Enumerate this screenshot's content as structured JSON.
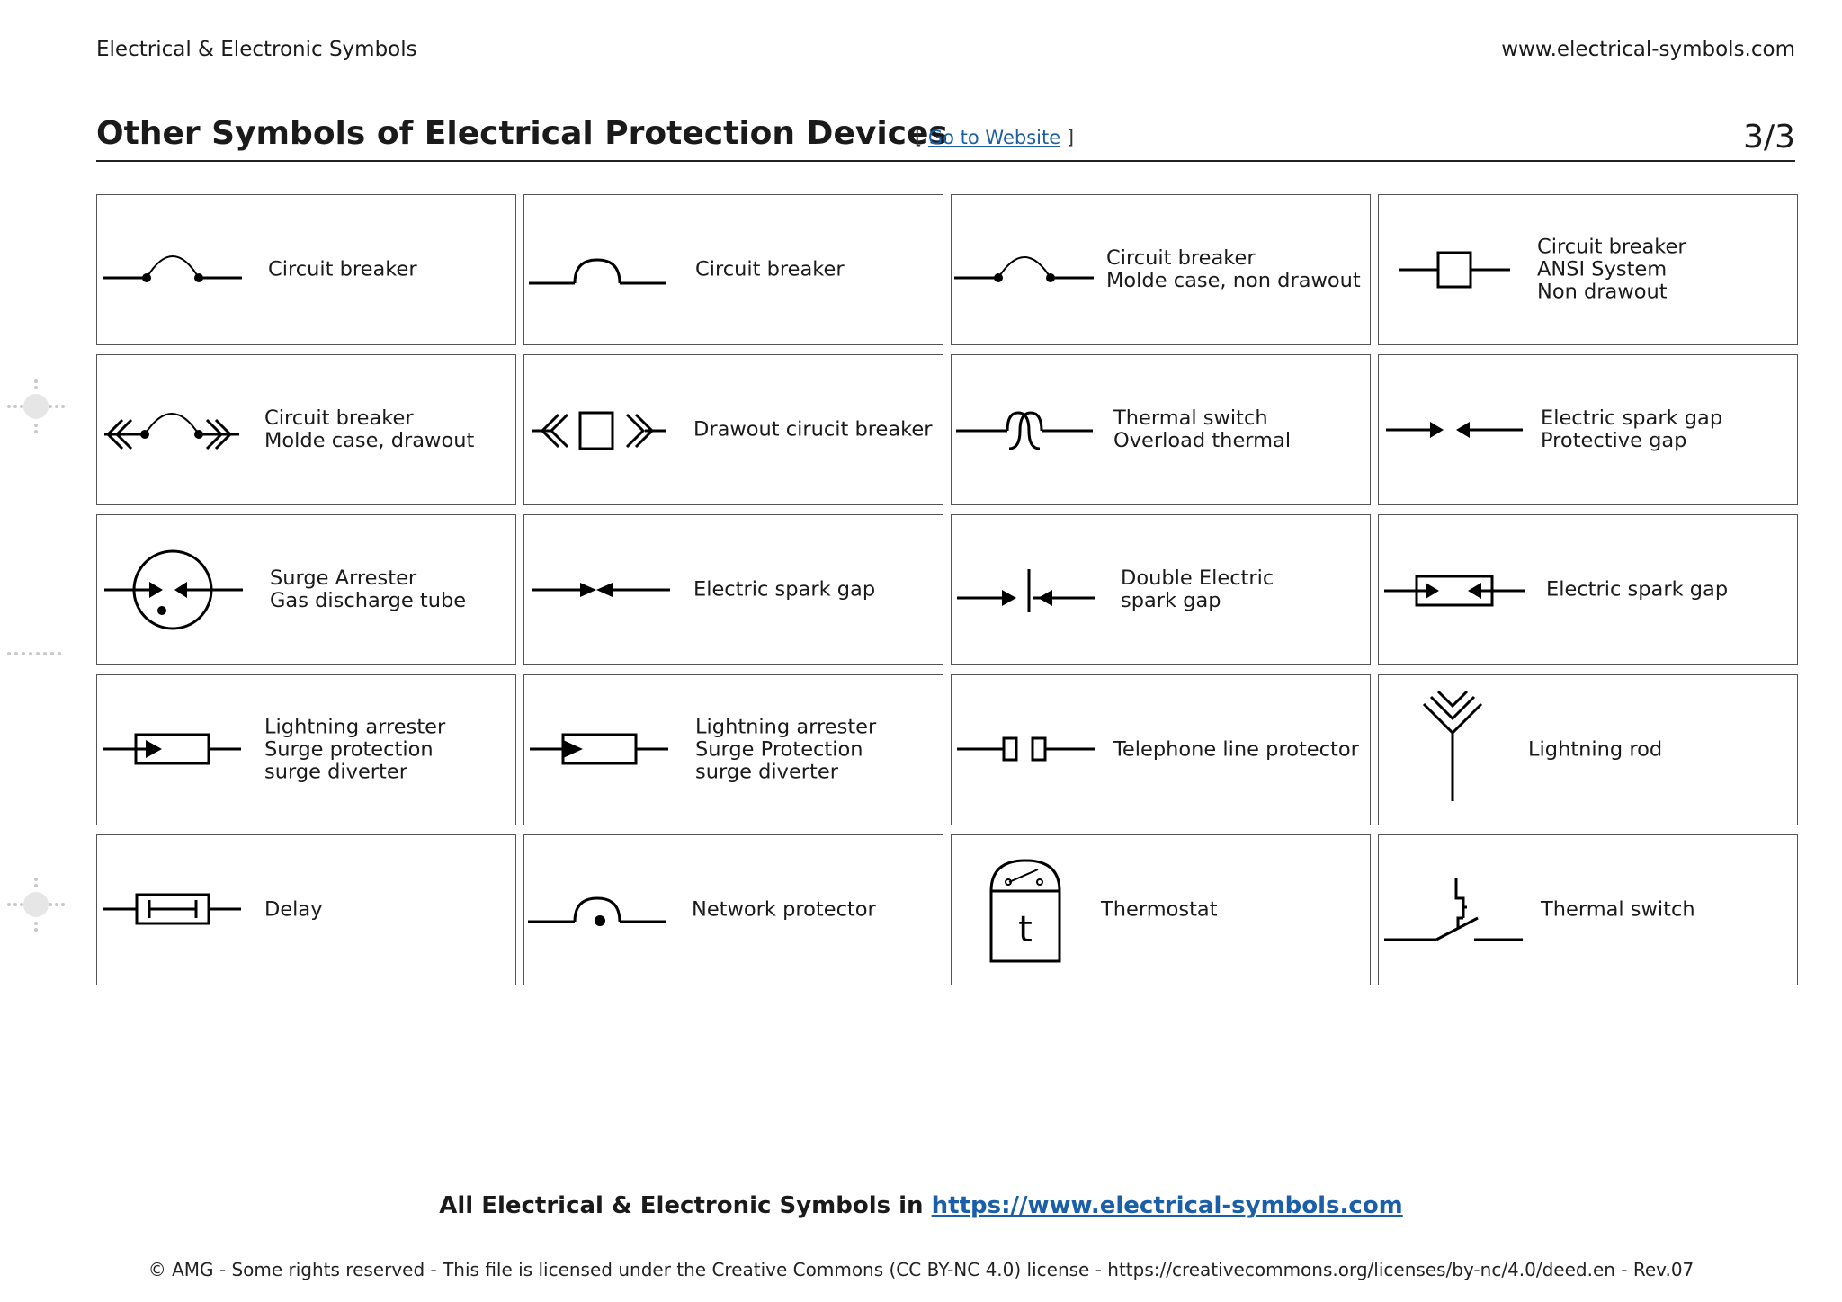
{
  "header": {
    "left_text": "Electrical & Electronic Symbols",
    "right_text": "www.electrical-symbols.com"
  },
  "title": {
    "text": "Other Symbols of Electrical Protection Devices",
    "link_open": "[ ",
    "link_text": "Go to Website",
    "link_close": " ]",
    "page": "3/3"
  },
  "symbols": [
    {
      "icon": "circuit-breaker-dots-icon",
      "label": "Circuit breaker"
    },
    {
      "icon": "circuit-breaker-arc-icon",
      "label": "Circuit breaker"
    },
    {
      "icon": "circuit-breaker-molded-icon",
      "label": "Circuit breaker\nMolde case, non drawout"
    },
    {
      "icon": "circuit-breaker-ansi-icon",
      "label": "Circuit breaker\nANSI System\nNon drawout"
    },
    {
      "icon": "circuit-breaker-drawout-icon",
      "label": "Circuit breaker\nMolde case, drawout"
    },
    {
      "icon": "drawout-breaker-icon",
      "label": "Drawout cirucit breaker"
    },
    {
      "icon": "thermal-switch-overload-icon",
      "label": "Thermal switch\nOverload thermal"
    },
    {
      "icon": "spark-gap-protective-icon",
      "label": "Electric spark gap\nProtective gap"
    },
    {
      "icon": "surge-arrester-gas-tube-icon",
      "label": "Surge Arrester\nGas discharge tube"
    },
    {
      "icon": "spark-gap-icon",
      "label": "Electric spark gap"
    },
    {
      "icon": "double-spark-gap-icon",
      "label": "Double Electric\nspark gap"
    },
    {
      "icon": "spark-gap-box-icon",
      "label": "Electric spark gap"
    },
    {
      "icon": "lightning-arrester-icon",
      "label": "Lightning arrester\nSurge protection\nsurge diverter"
    },
    {
      "icon": "lightning-arrester-alt-icon",
      "label": "Lightning arrester\nSurge Protection\nsurge diverter"
    },
    {
      "icon": "telephone-line-protector-icon",
      "label": "Telephone line protector"
    },
    {
      "icon": "lightning-rod-icon",
      "label": "Lightning rod"
    },
    {
      "icon": "delay-icon",
      "label": "Delay"
    },
    {
      "icon": "network-protector-icon",
      "label": "Network protector"
    },
    {
      "icon": "thermostat-icon",
      "label": "Thermostat"
    },
    {
      "icon": "thermal-switch-icon",
      "label": "Thermal switch"
    }
  ],
  "thermostat_letter": "t",
  "footer": {
    "main_prefix": "All Electrical & Electronic Symbols in ",
    "main_link": "https://www.electrical-symbols.com",
    "license": "© AMG - Some rights reserved - This file is licensed under the Creative Commons (CC BY-NC 4.0) license - https://creativecommons.org/licenses/by-nc/4.0/deed.en - Rev.07"
  }
}
